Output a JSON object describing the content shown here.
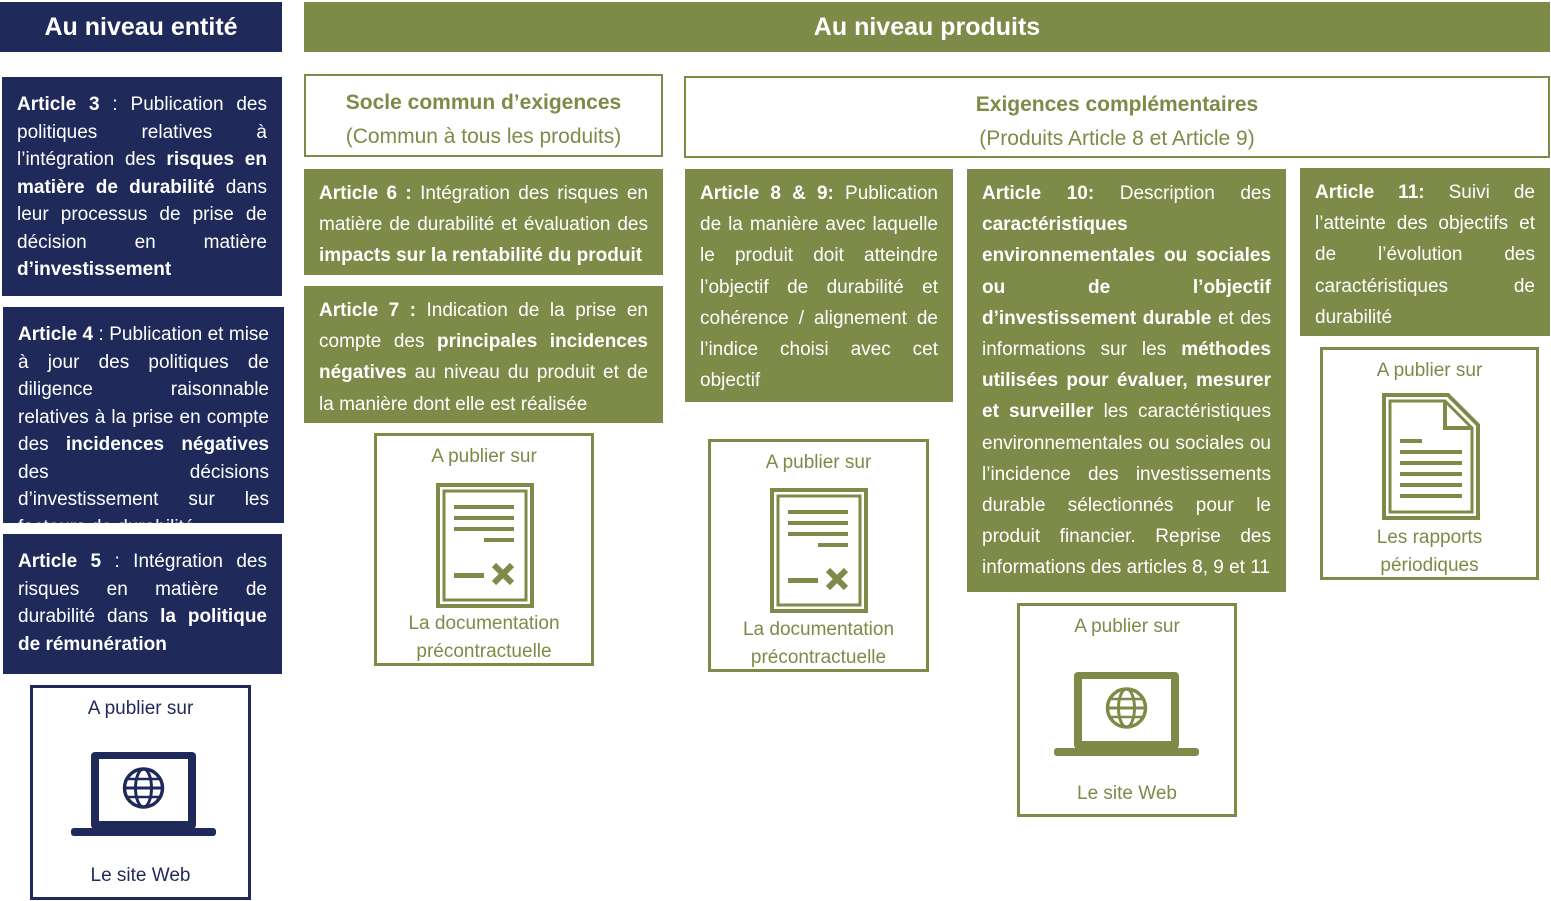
{
  "headers": {
    "entity": "Au niveau entité",
    "products": "Au niveau produits"
  },
  "subheaders": {
    "common": {
      "title": "Socle commun d’exigences",
      "subtitle": "(Commun  à tous les produits)"
    },
    "complementary": {
      "title": "Exigences complémentaires",
      "subtitle": "(Produits Article 8 et Article 9)"
    }
  },
  "entity_articles": [
    {
      "segments": [
        {
          "text": "Article 3",
          "bold": true
        },
        {
          "text": " : Publication des politiques relatives à l’intégration des ",
          "bold": false
        },
        {
          "text": "risques en matière de durabilité",
          "bold": true
        },
        {
          "text": " dans leur processus de prise de décision en matière ",
          "bold": false
        },
        {
          "text": "d’investissement",
          "bold": true
        }
      ]
    },
    {
      "segments": [
        {
          "text": "Article 4",
          "bold": true
        },
        {
          "text": " : Publication et mise à jour des politiques de diligence raisonnable relatives à la prise en compte des ",
          "bold": false
        },
        {
          "text": "incidences négatives",
          "bold": true
        },
        {
          "text": " des décisions d’investissement sur les facteurs de durabilité",
          "bold": false
        }
      ]
    },
    {
      "segments": [
        {
          "text": "Article 5",
          "bold": true
        },
        {
          "text": " : Intégration des risques en matière de durabilité dans ",
          "bold": false
        },
        {
          "text": "la politique de rémunération",
          "bold": true
        }
      ]
    }
  ],
  "common_articles": [
    {
      "segments": [
        {
          "text": "Article 6 :",
          "bold": true
        },
        {
          "text": " Intégration des risques en matière de durabilité et évaluation des ",
          "bold": false
        },
        {
          "text": "impacts sur la rentabilité du produit",
          "bold": true
        }
      ]
    },
    {
      "segments": [
        {
          "text": "Article 7 :",
          "bold": true
        },
        {
          "text": " Indication de la prise en compte des ",
          "bold": false
        },
        {
          "text": "principales incidences négatives",
          "bold": true
        },
        {
          "text": " au niveau du produit et de la manière dont elle est réalisée",
          "bold": false
        }
      ]
    }
  ],
  "complementary_articles": [
    {
      "segments": [
        {
          "text": "Article 8 & 9:",
          "bold": true
        },
        {
          "text": " Publication de la manière avec laquelle le produit doit atteindre l’objectif de durabilité et cohérence / alignement de l’indice choisi avec cet objectif",
          "bold": false
        }
      ]
    },
    {
      "segments": [
        {
          "text": "Article 10:",
          "bold": true
        },
        {
          "text": " Description des ",
          "bold": false
        },
        {
          "text": "caractéristiques environnementales ou sociales ou de l’objectif d’investissement durable",
          "bold": true
        },
        {
          "text": " et des informations sur les ",
          "bold": false
        },
        {
          "text": "méthodes utilisées pour évaluer, mesurer et surveiller",
          "bold": true
        },
        {
          "text": " les caractéristiques environnementales ou sociales ou l’incidence des investissements durable sélectionnés pour le produit financier. Reprise des informations des articles 8, 9 et 11",
          "bold": false
        }
      ]
    },
    {
      "segments": [
        {
          "text": "Article 11:",
          "bold": true
        },
        {
          "text": " Suivi de l’atteinte des objectifs et de l’évolution des caractéristiques de durabilité",
          "bold": false
        }
      ]
    }
  ],
  "publish": {
    "label": "A publier sur",
    "website": "Le site Web",
    "precontract": [
      "La documentation",
      "précontractuelle"
    ],
    "periodic": [
      "Les rapports",
      "périodiques"
    ]
  },
  "colors": {
    "navy": "#1f2a5a",
    "olive": "#7d8a48"
  },
  "icons": [
    "laptop-globe-icon",
    "contract-document-icon",
    "report-document-icon"
  ]
}
